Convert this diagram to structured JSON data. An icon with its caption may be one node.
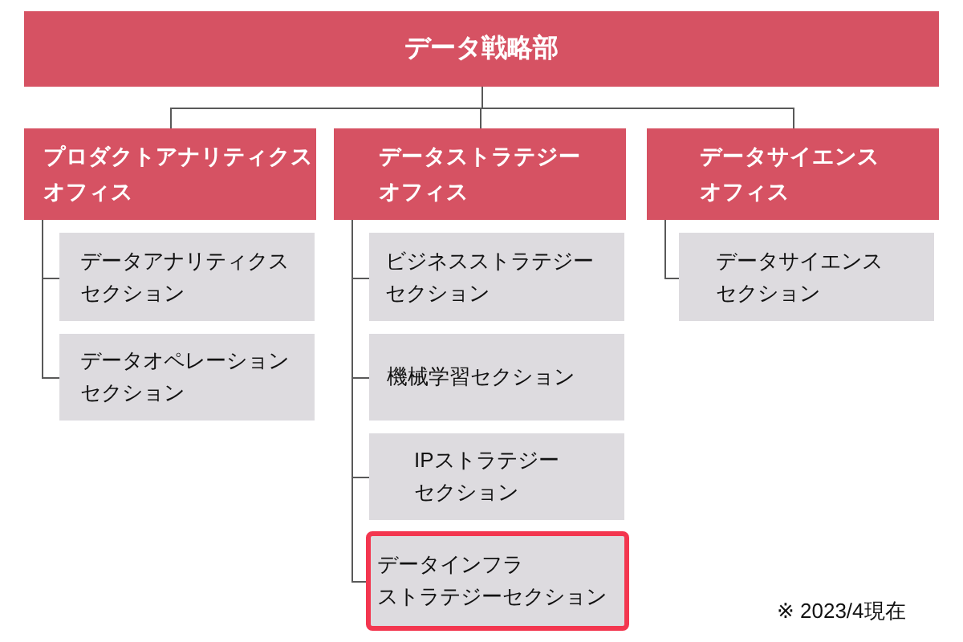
{
  "diagram": {
    "nodes": [
      {
        "text": [
          "データ戦略部"
        ]
      },
      {
        "text": [
          "プロダクトアナリティクスオフィス"
        ]
      },
      {
        "text": [
          "データストラテジーオフィス"
        ]
      },
      {
        "text": [
          "データサイエンスオフィス"
        ]
      },
      {
        "text": [
          "データアナリティクスセクション"
        ]
      },
      {
        "text": [
          "データオペレーションセクション"
        ]
      },
      {
        "text": [
          "ビジネスストラテジーセクション"
        ]
      },
      {
        "text": [
          "機械学習セクション"
        ]
      },
      {
        "text": [
          "IPストラテジーセクション"
        ]
      },
      {
        "text": [
          "データインフラストラテジーセクション"
        ]
      },
      {
        "text": [
          "データサイエンスセクション"
        ]
      }
    ],
    "edges": [
      {
        "from": 0,
        "to": 1,
        "arrow": "none"
      },
      {
        "from": 0,
        "to": 2,
        "arrow": "none"
      },
      {
        "from": 0,
        "to": 3,
        "arrow": "none"
      },
      {
        "from": 1,
        "to": 4,
        "arrow": "none"
      },
      {
        "from": 1,
        "to": 5,
        "arrow": "none"
      },
      {
        "from": 2,
        "to": 6,
        "arrow": "none"
      },
      {
        "from": 2,
        "to": 7,
        "arrow": "none"
      },
      {
        "from": 2,
        "to": 8,
        "arrow": "none"
      },
      {
        "from": 2,
        "to": 9,
        "arrow": "none"
      },
      {
        "from": 3,
        "to": 10,
        "arrow": "none"
      }
    ],
    "labels": [
      "※ 2023/4現在"
    ]
  }
}
